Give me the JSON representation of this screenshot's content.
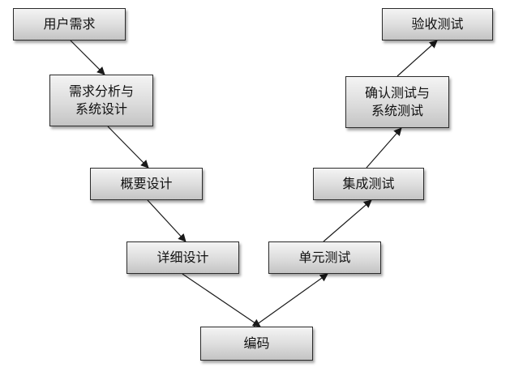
{
  "nodes": {
    "user_requirements": "用户需求",
    "requirements_analysis": [
      "需求分析与",
      "系统设计"
    ],
    "architecture_design": "概要设计",
    "detailed_design": "详细设计",
    "coding": "编码",
    "unit_testing": "单元测试",
    "integration_testing": "集成测试",
    "confirmation_testing": [
      "确认测试与",
      "系统测试"
    ],
    "acceptance_testing": "验收测试"
  },
  "colors": {
    "node_border": "#2b2b2b",
    "node_fill_top": "#f4f4f4",
    "node_fill_bottom": "#c4c4c4",
    "arrow": "#1a1a1a"
  }
}
